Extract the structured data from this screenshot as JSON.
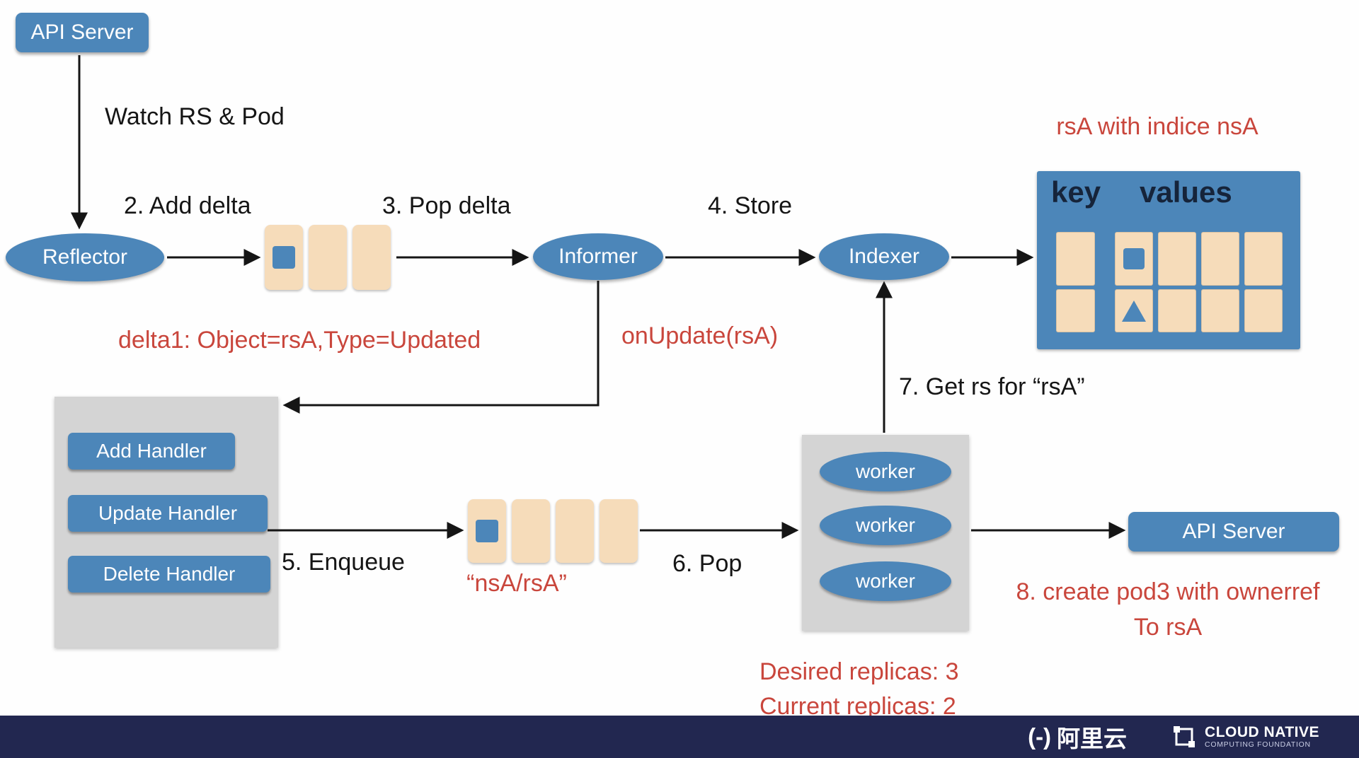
{
  "colors": {
    "node_blue": "#4c86b9",
    "queue_tan": "#f6dcba",
    "panel_gray": "#d4d4d4",
    "annotation_red": "#c9463c",
    "footer_navy": "#222750"
  },
  "nodes": {
    "api_server_top": "API Server",
    "reflector": "Reflector",
    "informer": "Informer",
    "indexer": "Indexer",
    "api_server_right": "API Server",
    "handlers": [
      "Add Handler",
      "Update Handler",
      "Delete Handler"
    ],
    "workers": [
      "worker",
      "worker",
      "worker"
    ]
  },
  "steps": {
    "watch": "Watch RS & Pod",
    "step2": "2. Add delta",
    "step3": "3. Pop delta",
    "step4": "4. Store",
    "step5": "5. Enqueue",
    "step6": "6. Pop",
    "step7": "7. Get rs for “rsA”",
    "step8_line1": "8. create pod3 with ownerref",
    "step8_line2": "To rsA"
  },
  "annotations": {
    "rsa_with_indice": "rsA with indice nsA",
    "delta1": "delta1: Object=rsA,Type=Updated",
    "on_update": "onUpdate(rsA)",
    "queue_key": "“nsA/rsA”",
    "desired_replicas": "Desired replicas: 3",
    "current_replicas": "Current replicas: 2"
  },
  "store_table": {
    "key_header": "key",
    "values_header": "values"
  },
  "footer": {
    "alibaba_glyph": "(-)",
    "alibaba_name": "阿里云",
    "cncf_line1": "CLOUD NATIVE",
    "cncf_line2": "COMPUTING FOUNDATION"
  }
}
